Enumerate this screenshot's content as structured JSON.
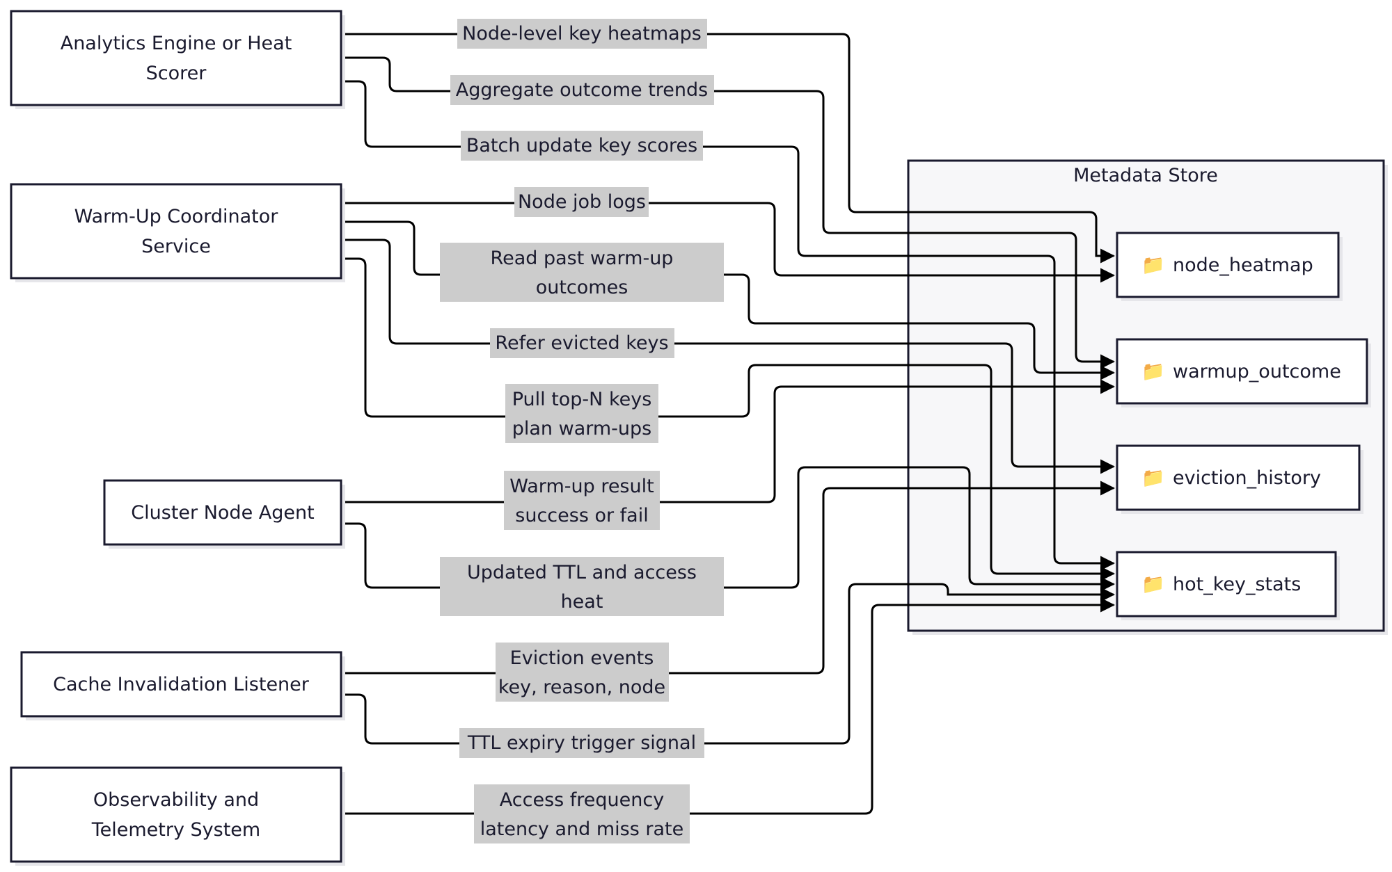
{
  "colors": {
    "node_fill": "#ffffff",
    "node_stroke": "#1a1a2e",
    "shadow": "#e6e6ea",
    "cluster_fill": "#f7f7f9",
    "label_fill": "#cccccc",
    "edge": "#000000",
    "text": "#1a1a2e"
  },
  "cluster": {
    "title": "Metadata Store"
  },
  "sources": {
    "analytics": [
      "Analytics Engine or Heat",
      "Scorer"
    ],
    "warmup": [
      "Warm-Up Coordinator",
      "Service"
    ],
    "agent": [
      "Cluster Node Agent"
    ],
    "invalidation": [
      "Cache Invalidation Listener"
    ],
    "observability": [
      "Observability and",
      "Telemetry System"
    ]
  },
  "stores": {
    "node_heatmap": {
      "icon": "📁",
      "label": "node_heatmap"
    },
    "warmup_outcome": {
      "icon": "📁",
      "label": "warmup_outcome"
    },
    "eviction_history": {
      "icon": "📁",
      "label": "eviction_history"
    },
    "hot_key_stats": {
      "icon": "📁",
      "label": "hot_key_stats"
    }
  },
  "edges": [
    {
      "from": "analytics",
      "to": "node_heatmap",
      "label": [
        "Node-level key heatmaps"
      ]
    },
    {
      "from": "analytics",
      "to": "warmup_outcome",
      "label": [
        "Aggregate outcome trends"
      ]
    },
    {
      "from": "analytics",
      "to": "hot_key_stats",
      "label": [
        "Batch update key scores"
      ]
    },
    {
      "from": "warmup",
      "to": "node_heatmap",
      "label": [
        "Node job logs"
      ]
    },
    {
      "from": "warmup",
      "to": "warmup_outcome",
      "label": [
        "Read past warm-up",
        "outcomes"
      ]
    },
    {
      "from": "warmup",
      "to": "eviction_history",
      "label": [
        "Refer evicted keys"
      ]
    },
    {
      "from": "warmup",
      "to": "hot_key_stats",
      "label": [
        "Pull top-N keys",
        "plan warm-ups"
      ]
    },
    {
      "from": "agent",
      "to": "warmup_outcome",
      "label": [
        "Warm-up result",
        "success or fail"
      ]
    },
    {
      "from": "agent",
      "to": "hot_key_stats",
      "label": [
        "Updated TTL and access",
        "heat"
      ]
    },
    {
      "from": "invalidation",
      "to": "eviction_history",
      "label": [
        "Eviction events",
        "key, reason, node"
      ]
    },
    {
      "from": "invalidation",
      "to": "hot_key_stats",
      "label": [
        "TTL expiry trigger signal"
      ]
    },
    {
      "from": "observability",
      "to": "hot_key_stats",
      "label": [
        "Access frequency",
        "latency and miss rate"
      ]
    }
  ]
}
